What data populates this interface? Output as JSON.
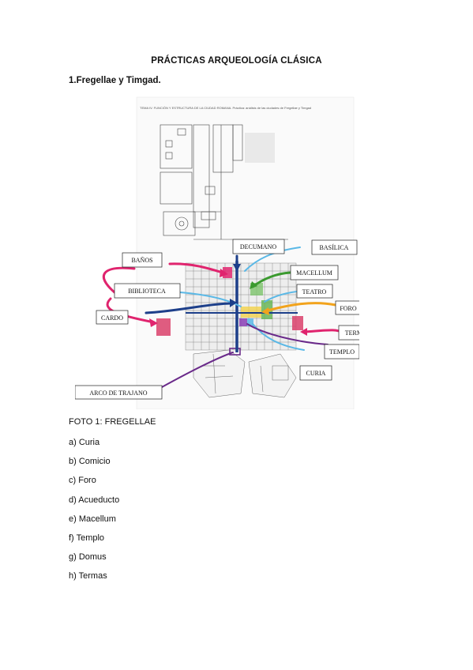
{
  "document": {
    "title": "PRÁCTICAS ARQUEOLOGÍA CLÁSICA",
    "section_heading": "1.Fregellae y Timgad."
  },
  "figure": {
    "header": "TEMA IV. FUNCIÓN Y ESTRUCTURA DE LA CIUDAD ROMANA. Práctica: análisis de las ciudades de Fregellae y Timgad",
    "labels": {
      "banos": "BAÑOS",
      "biblioteca": "BIBLIOTECA",
      "cardo": "CARDO",
      "decumano": "DECUMANO",
      "basilica": "BASÍLICA",
      "macellum": "MACELLUM",
      "teatro": "TEATRO",
      "foro": "FORO",
      "termas": "TERMAS",
      "templo": "TEMPLO",
      "curia": "CURIA",
      "arco": "ARCO DE TRAJANO"
    },
    "colors": {
      "magenta": "#e0246e",
      "navy": "#1d3f8a",
      "light_blue": "#5ab8e6",
      "green": "#3b9a2f",
      "orange": "#f2a31c",
      "purple": "#6a2a8a",
      "red_building": "#d9406a"
    }
  },
  "photo": {
    "label": "FOTO 1: FREGELLAE",
    "items": [
      "a) Curia",
      "b) Comicio",
      "c) Foro",
      "d) Acueducto",
      "e) Macellum",
      "f) Templo",
      "g) Domus",
      "h) Termas"
    ]
  }
}
